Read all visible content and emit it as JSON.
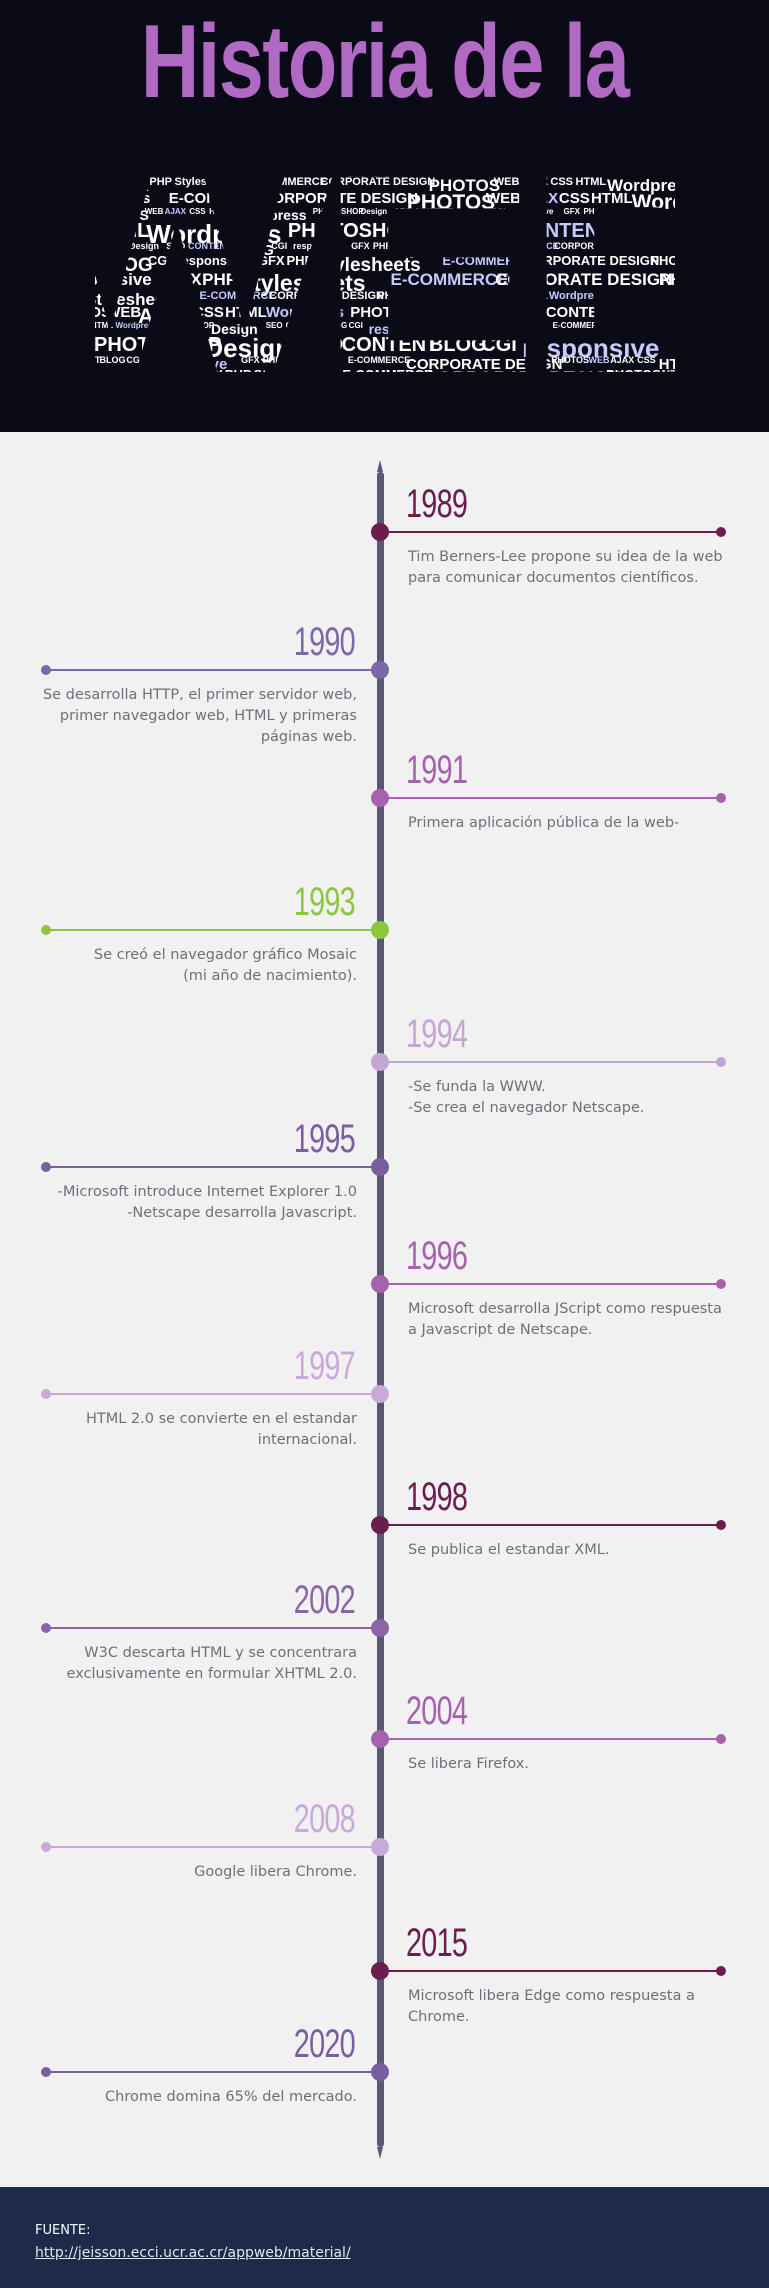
{
  "header": {
    "title": "Historia de la",
    "big_word": "WEB",
    "cloud_words": [
      "CSS",
      "HTML",
      "Wordpress",
      "PHOTOSHOP",
      "Design",
      "SEO",
      "CONTENT",
      "BLOG",
      "CGI",
      "responsive",
      "GFX",
      "PHP",
      "Stylesheets",
      "E-COMMERCE",
      "CORPORATE DESIGN",
      "PHOTOS",
      "WEB",
      "AJAX"
    ]
  },
  "colors": {
    "header_bg": "#0b0b18",
    "title": "#b06ac3",
    "axis": "#5a5872",
    "page_bg": "#f1f1f1",
    "footer_bg": "#1d2a4a"
  },
  "events": [
    {
      "year": "1989",
      "text": "Tim Berners-Lee propone su idea de la web\npara comunicar documentos científicos.",
      "color": "#6b1e4e"
    },
    {
      "year": "1990",
      "text": "Se desarrolla HTTP, el primer servidor web,\nprimer navegador web, HTML y primeras\npáginas web.",
      "color": "#7b68a4"
    },
    {
      "year": "1991",
      "text": "Primera aplicación pública de la web-",
      "color": "#a762ad"
    },
    {
      "year": "1993",
      "text": "Se creó el navegador gráfico Mosaic\n(mi año de nacimiento).",
      "color": "#8cc63f"
    },
    {
      "year": "1994",
      "text": "-Se funda la WWW.\n-Se crea el navegador Netscape.",
      "color": "#c4a6d4"
    },
    {
      "year": "1995",
      "text": "-Microsoft introduce Internet Explorer 1.0\n-Netscape desarrolla Javascript.",
      "color": "#7b5ea0"
    },
    {
      "year": "1996",
      "text": "Microsoft desarrolla JScript como respuesta\na Javascript de Netscape.",
      "color": "#a762ad"
    },
    {
      "year": "1997",
      "text": "HTML 2.0 se convierte en el estandar\ninternacional.",
      "color": "#c9a9d9"
    },
    {
      "year": "1998",
      "text": "Se publica el estandar XML.",
      "color": "#6b1e4e"
    },
    {
      "year": "2002",
      "text": "W3C descarta HTML y se concentrara\nexclusivamente en formular XHTML 2.0.",
      "color": "#8a65a8"
    },
    {
      "year": "2004",
      "text": "Se libera Firefox.",
      "color": "#a762ad"
    },
    {
      "year": "2008",
      "text": "Google libera Chrome.",
      "color": "#c9a9d9"
    },
    {
      "year": "2015",
      "text": "Microsoft libera Edge como respuesta a\nChrome.",
      "color": "#6b1e4e"
    },
    {
      "year": "2020",
      "text": "Chrome domina 65% del mercado.",
      "color": "#7b5ea0"
    }
  ],
  "footer": {
    "label": "FUENTE:",
    "link": "http://jeisson.ecci.ucr.ac.cr/appweb/material/"
  }
}
